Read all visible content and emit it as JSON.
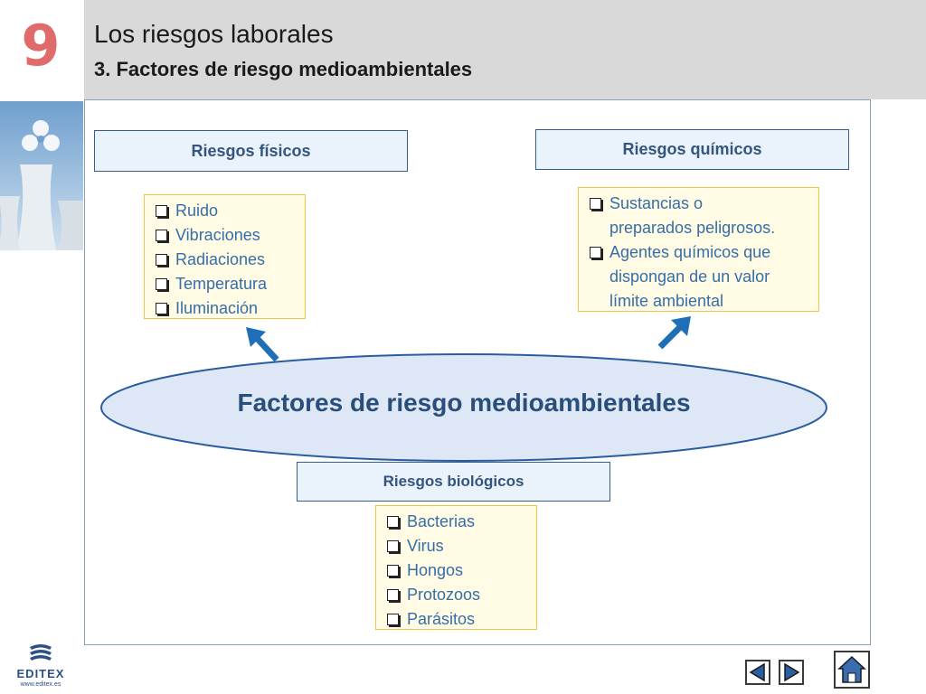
{
  "header": {
    "chapter_number": "9",
    "title": "Los riesgos laborales",
    "subtitle": "3. Factores de riesgo medioambientales"
  },
  "center": {
    "label": "Factores de riesgo medioambientales"
  },
  "categories": {
    "fisicos": {
      "label": "Riesgos físicos",
      "items": [
        "Ruido",
        "Vibraciones",
        "Radiaciones",
        "Temperatura",
        "Iluminación"
      ]
    },
    "quimicos": {
      "label": "Riesgos químicos",
      "items": [
        "Sustancias o",
        "preparados peligrosos.",
        "Agentes químicos que",
        "dispongan de un valor",
        "límite ambiental"
      ]
    },
    "biologicos": {
      "label": "Riesgos biológicos",
      "items": [
        "Bacterias",
        "Virus",
        "Hongos",
        "Protozoos",
        "Parásitos"
      ]
    }
  },
  "footer": {
    "logo_text": "EDITEX",
    "logo_url": "www.editex.es"
  },
  "navigation": {
    "prev_icon": "triangle-left-icon",
    "next_icon": "triangle-right-icon",
    "home_icon": "house-icon"
  },
  "colors": {
    "header_bg": "#d9d9d9",
    "chapter_number": "#e06b6b",
    "category_border": "#355d8a",
    "category_bg": "#eaf3fb",
    "list_border": "#f2c243",
    "list_bg": "#fffbe5",
    "list_text": "#356ea8",
    "ellipse_fill": "#dde7f5",
    "arrow": "#1f6fb8"
  }
}
